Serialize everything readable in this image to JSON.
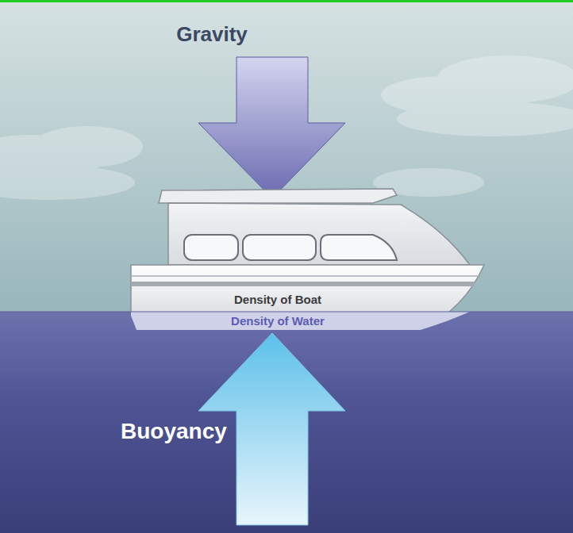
{
  "diagram": {
    "labels": [
      "Gravity",
      "Density of Boat",
      "Density of Water",
      "Buoyancy"
    ]
  }
}
